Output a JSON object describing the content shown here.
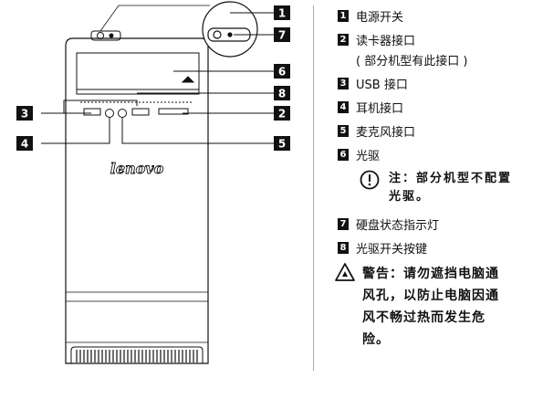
{
  "callouts": [
    {
      "num": "1"
    },
    {
      "num": "2"
    },
    {
      "num": "3"
    },
    {
      "num": "4"
    },
    {
      "num": "5"
    },
    {
      "num": "6"
    },
    {
      "num": "7"
    },
    {
      "num": "8"
    }
  ],
  "brand": {
    "logo": "lenovo"
  },
  "legend": {
    "items": [
      {
        "num": "1",
        "label": "电源开关"
      },
      {
        "num": "2",
        "label": "读卡器接口",
        "sub": "( 部分机型有此接口 )"
      },
      {
        "num": "3",
        "label": "USB 接口"
      },
      {
        "num": "4",
        "label": "耳机接口"
      },
      {
        "num": "5",
        "label": "麦克风接口"
      },
      {
        "num": "6",
        "label": "光驱"
      },
      {
        "num": "7",
        "label": "硬盘状态指示灯"
      },
      {
        "num": "8",
        "label": "光驱开关按键"
      }
    ],
    "note": "注：部分机型不配置光驱。",
    "warning": "警告：请勿遮挡电脑通风孔，以防止电脑因通风不畅过热而发生危险。"
  },
  "colors": {
    "line": "#111111",
    "badge": "#111111",
    "panel": "#ffffff"
  }
}
